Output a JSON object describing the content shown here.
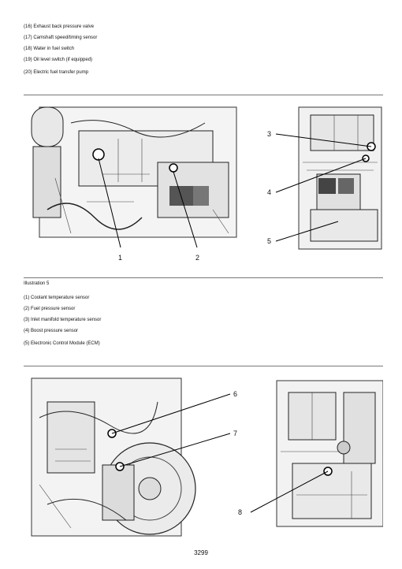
{
  "top_list": [
    "(16) Exhaust back pressure valve",
    "(17) Camshaft speed/timing sensor",
    "(18) Water in fuel switch",
    "(19) Oil level switch (if equipped)",
    "(20) Electric fuel transfer pump"
  ],
  "illustration": {
    "caption": "Illustration 5",
    "items": [
      "(1) Coolant temperature sensor",
      "(2) Fuel pressure sensor",
      "(3) Inlet manifold temperature sensor",
      "(4) Boost pressure sensor",
      "(5) Electronic Control Module (ECM)"
    ]
  },
  "callouts": {
    "c1": "1",
    "c2": "2",
    "c3": "3",
    "c4": "4",
    "c5": "5",
    "c6": "6",
    "c7": "7",
    "c8": "8"
  },
  "page_number": "3299"
}
